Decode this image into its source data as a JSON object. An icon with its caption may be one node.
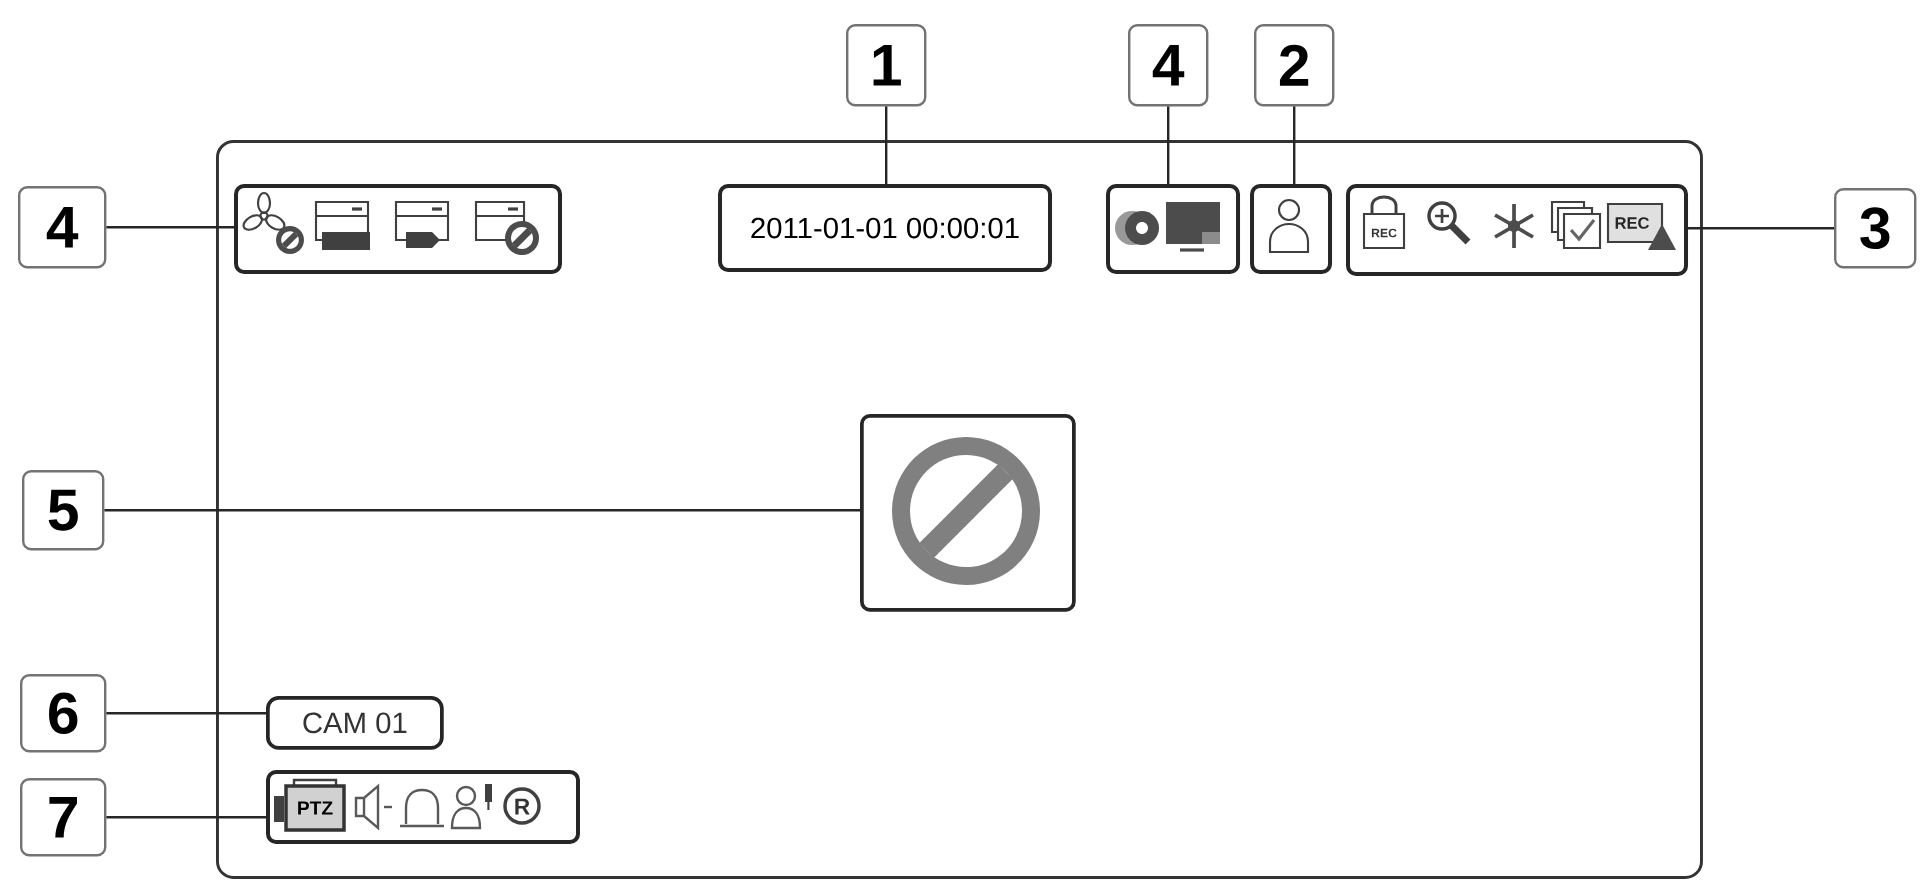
{
  "diagram": {
    "nodes": [
      {
        "text": [
          "1"
        ]
      },
      {
        "text": [
          "4"
        ]
      },
      {
        "text": [
          "2"
        ]
      },
      {
        "text": [],
        "shape": "box"
      },
      {
        "text": [
          "4"
        ]
      },
      {
        "text": [],
        "shape": "box",
        "in": 3
      },
      {
        "text": [
          "2011-01-01 00:00:01"
        ],
        "in": 3
      },
      {
        "text": [],
        "shape": "box",
        "in": 3
      },
      {
        "text": [],
        "shape": "box",
        "in": 3
      },
      {
        "text": [],
        "shape": "box",
        "in": 3
      },
      {
        "text": [
          "3"
        ]
      },
      {
        "text": [
          "5"
        ]
      },
      {
        "text": [],
        "shape": "box",
        "in": 3
      },
      {
        "text": [
          "6"
        ]
      },
      {
        "text": [
          "CAM 01"
        ],
        "in": 3
      },
      {
        "text": [
          "7"
        ]
      },
      {
        "text": [],
        "shape": "box",
        "in": 3
      }
    ],
    "edges": [
      {
        "from": 0,
        "to": 6,
        "arrow": "none"
      },
      {
        "from": 1,
        "to": 7,
        "arrow": "none"
      },
      {
        "from": 2,
        "to": 8,
        "arrow": "none"
      },
      {
        "from": 4,
        "to": 5,
        "arrow": "none"
      },
      {
        "from": 10,
        "to": 9,
        "arrow": "none"
      },
      {
        "from": 11,
        "to": 12,
        "arrow": "none"
      },
      {
        "from": 13,
        "to": 14,
        "arrow": "none"
      },
      {
        "from": 15,
        "to": 16,
        "arrow": "none"
      }
    ],
    "labels": [
      "REC",
      "REC",
      "PTZ",
      "R"
    ]
  }
}
